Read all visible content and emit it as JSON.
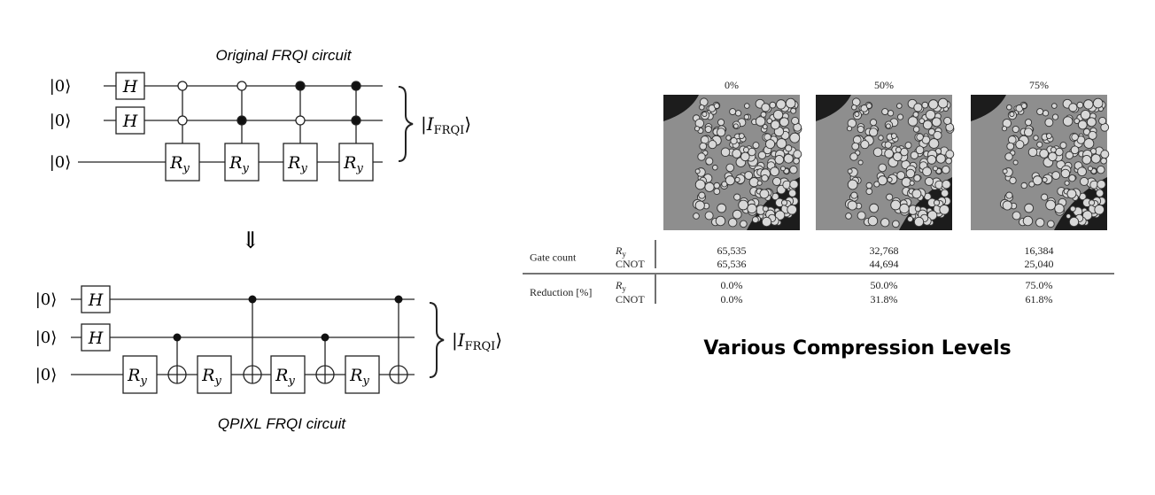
{
  "top_circuit": {
    "title": "Original FRQI circuit",
    "qubit_label": "|0⟩",
    "h_label": "H",
    "ry_label": "R",
    "ry_sub": "y",
    "state_label": "|I",
    "state_sub": "FRQI",
    "state_close": "⟩",
    "controls": [
      [
        "open",
        "open"
      ],
      [
        "open",
        "filled"
      ],
      [
        "filled",
        "open"
      ],
      [
        "filled",
        "filled"
      ]
    ]
  },
  "arrow": "⇓",
  "bottom_circuit": {
    "title": "QPIXL FRQI circuit",
    "qubit_label": "|0⟩",
    "h_label": "H",
    "ry_label": "R",
    "ry_sub": "y",
    "state_label": "|I",
    "state_sub": "FRQI",
    "state_close": "⟩",
    "cnot_controls": [
      2,
      1,
      2,
      1
    ]
  },
  "compression": {
    "levels": [
      "0%",
      "50%",
      "75%"
    ],
    "rows": [
      {
        "group": "Gate count",
        "sub": [
          {
            "label": "R",
            "sub": "y",
            "values": [
              "65,535",
              "32,768",
              "16,384"
            ]
          },
          {
            "label": "CNOT",
            "sub": "",
            "values": [
              "65,536",
              "44,694",
              "25,040"
            ]
          }
        ]
      },
      {
        "group": "Reduction [%]",
        "sub": [
          {
            "label": "R",
            "sub": "y",
            "values": [
              "0.0%",
              "50.0%",
              "75.0%"
            ]
          },
          {
            "label": "CNOT",
            "sub": "",
            "values": [
              "0.0%",
              "31.8%",
              "61.8%"
            ]
          }
        ]
      }
    ],
    "caption": "Various Compression Levels"
  }
}
